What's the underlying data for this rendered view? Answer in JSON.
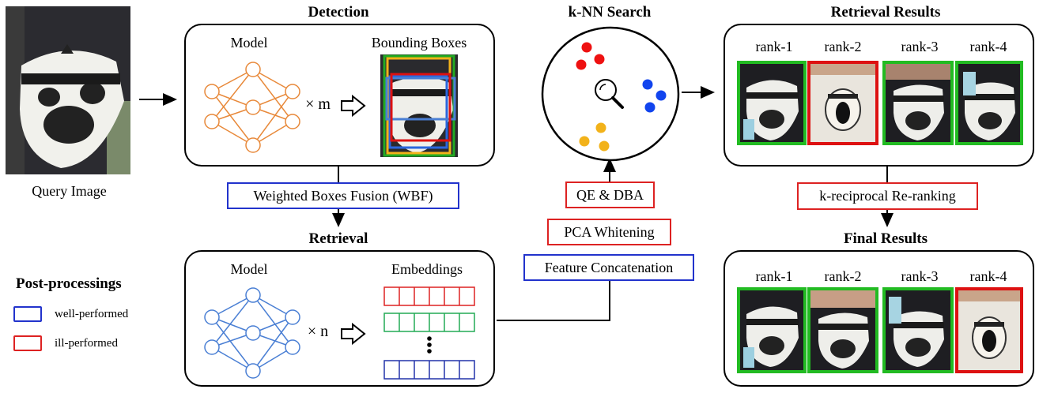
{
  "query": {
    "caption": "Query Image"
  },
  "detection": {
    "title": "Detection",
    "model_label": "Model",
    "multiplier": "× m",
    "output_label": "Bounding Boxes"
  },
  "retrieval": {
    "title": "Retrieval",
    "model_label": "Model",
    "multiplier": "× n",
    "output_label": "Embeddings"
  },
  "wbf": {
    "label": "Weighted Boxes Fusion (WBF)",
    "status": "well-performed"
  },
  "knn": {
    "title": "k-NN Search"
  },
  "post_steps": [
    {
      "label": "QE & DBA",
      "status": "ill-performed"
    },
    {
      "label": "PCA Whitening",
      "status": "ill-performed"
    },
    {
      "label": "Feature Concatenation",
      "status": "well-performed"
    }
  ],
  "retrieval_results": {
    "title": "Retrieval Results",
    "ranks": [
      {
        "label": "rank-1",
        "match": "correct"
      },
      {
        "label": "rank-2",
        "match": "incorrect"
      },
      {
        "label": "rank-3",
        "match": "correct"
      },
      {
        "label": "rank-4",
        "match": "correct"
      }
    ]
  },
  "rerank": {
    "label": "k-reciprocal Re-ranking",
    "status": "ill-performed"
  },
  "final_results": {
    "title": "Final Results",
    "ranks": [
      {
        "label": "rank-1",
        "match": "correct"
      },
      {
        "label": "rank-2",
        "match": "correct"
      },
      {
        "label": "rank-3",
        "match": "correct"
      },
      {
        "label": "rank-4",
        "match": "incorrect"
      }
    ]
  },
  "legend": {
    "title": "Post-processings",
    "items": [
      {
        "label": "well-performed",
        "color": "#2233cc"
      },
      {
        "label": "ill-performed",
        "color": "#dd2222"
      }
    ]
  },
  "colors": {
    "detection_net": "#e8893a",
    "retrieval_net": "#4a7fd4",
    "cluster_red": "#ee1111",
    "cluster_blue": "#1144ee",
    "cluster_yellow": "#f2b21a"
  }
}
